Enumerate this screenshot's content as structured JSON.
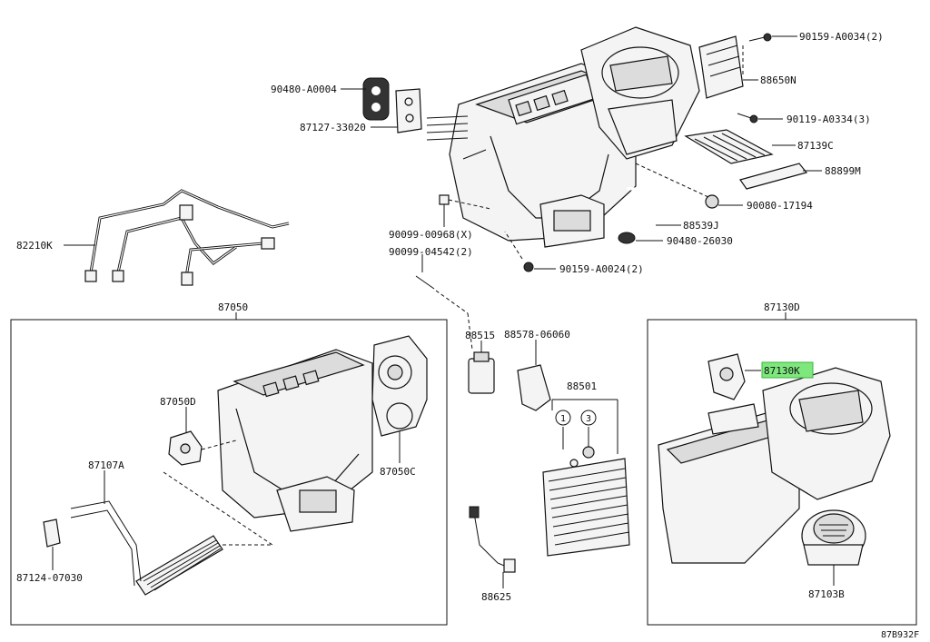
{
  "diagram_code": "87B932F",
  "parts": {
    "p_90159_A0034": "90159-A0034(2)",
    "p_88650N": "88650N",
    "p_90480_A0004": "90480-A0004",
    "p_87127_33020": "87127-33020",
    "p_90119_A0334": "90119-A0334(3)",
    "p_87139C": "87139C",
    "p_88899M": "88899M",
    "p_82210K": "82210K",
    "p_90080_17194": "90080-17194",
    "p_90099_00968": "90099-00968(X)",
    "p_88539J": "88539J",
    "p_90099_04542": "90099-04542(2)",
    "p_90480_26030": "90480-26030",
    "p_90159_A0024": "90159-A0024(2)",
    "p_87050": "87050",
    "p_87130D": "87130D",
    "p_88515": "88515",
    "p_88578_06060": "88578-06060",
    "p_87050D": "87050D",
    "p_88501": "88501",
    "p_87130K": "87130K",
    "p_87107A": "87107A",
    "p_87050C": "87050C",
    "p_87124_07030": "87124-07030",
    "p_88625": "88625",
    "p_87103B": "87103B"
  },
  "callouts": {
    "c1": "1",
    "c3": "3"
  },
  "colors": {
    "highlight": "#7ee77e",
    "line": "#111111"
  }
}
